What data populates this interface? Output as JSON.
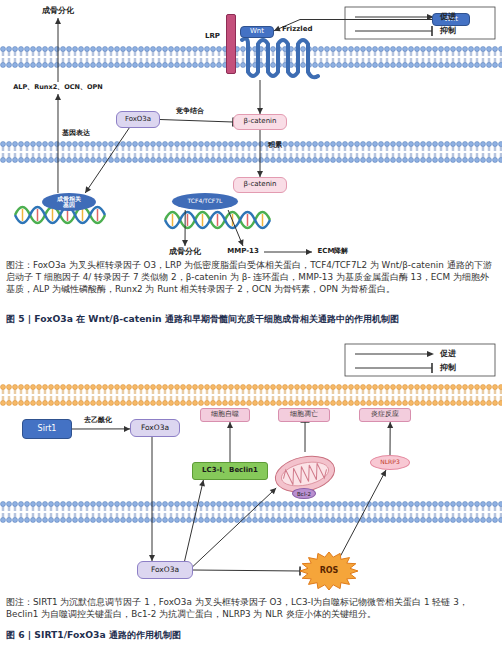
{
  "diagram": {
    "nodes": [
      {
        "text": [
          "Wnt"
        ]
      },
      {
        "text": [
          "LRP"
        ]
      },
      {
        "text": [
          "Frizzled"
        ]
      },
      {
        "text": [
          "Wnt"
        ]
      },
      {
        "text": [
          "成骨分化"
        ]
      },
      {
        "text": [
          "ALP、Runx2、OCN、OPN"
        ]
      },
      {
        "text": [
          "FoxO3a"
        ]
      },
      {
        "text": [
          "β-catenin"
        ]
      },
      {
        "text": [
          "β-catenin"
        ]
      },
      {
        "text": [
          "TCF4/TCF7L"
        ]
      },
      {
        "text": [
          "成骨相关 基因"
        ]
      },
      {
        "text": [
          "成骨分化"
        ]
      },
      {
        "text": [
          "MMP-13"
        ]
      },
      {
        "text": [
          "ECM降解"
        ]
      },
      {
        "text": [
          "Sirt1"
        ]
      },
      {
        "text": [
          "FoxO3a"
        ]
      },
      {
        "text": [
          "细胞自噬"
        ]
      },
      {
        "text": [
          "细胞凋亡"
        ]
      },
      {
        "text": [
          "炎症反应"
        ]
      },
      {
        "text": [
          "LC3-Ⅰ、Beclin1"
        ]
      },
      {
        "text": [
          "Bcl-2"
        ]
      },
      {
        "text": [
          "NLRP3"
        ]
      },
      {
        "text": [
          "FoxO3a"
        ]
      },
      {
        "text": [
          "ROS"
        ]
      }
    ],
    "edges": [
      {
        "from": 0,
        "to": 3,
        "arrow": "to"
      },
      {
        "from": 2,
        "to": 7,
        "arrow": "to"
      },
      {
        "from": 6,
        "to": 7,
        "label": "竞争结合",
        "arrow": "to"
      },
      {
        "from": 7,
        "to": 8,
        "label": "积累",
        "arrow": "to"
      },
      {
        "from": 6,
        "to": 10,
        "arrow": "to"
      },
      {
        "from": 10,
        "to": 5,
        "label": "基因表达",
        "arrow": "to"
      },
      {
        "from": 5,
        "to": 4,
        "arrow": "to"
      },
      {
        "from": 9,
        "to": 11,
        "arrow": "to"
      },
      {
        "from": 9,
        "to": 12,
        "arrow": "to"
      },
      {
        "from": 12,
        "to": 13,
        "arrow": "to"
      },
      {
        "from": 14,
        "to": 15,
        "label": "去乙酰化",
        "arrow": "to"
      },
      {
        "from": 15,
        "to": 22,
        "arrow": "to"
      },
      {
        "from": 22,
        "to": 19,
        "arrow": "to"
      },
      {
        "from": 19,
        "to": 16,
        "arrow": "to"
      },
      {
        "from": 22,
        "to": 20,
        "arrow": "to"
      },
      {
        "from": 20,
        "to": 17,
        "arrow": "to"
      },
      {
        "from": 22,
        "to": 23,
        "arrow": "to"
      },
      {
        "from": 23,
        "to": 21,
        "arrow": "to"
      },
      {
        "from": 21,
        "to": 18,
        "arrow": "to"
      }
    ],
    "labels": [
      "图注：FoxO3a 为叉头框转录因子 O3，LRP 为低密度脂蛋白受体相关蛋白，TCF4/TCF7L2 为 Wnt/β-catenin 通路的下游启动子 T 细胞因子 4/ 转录因子 7 类似物 2，β-catenin 为 β- 连环蛋白，MMP-13 为基质金属蛋白酶 13，ECM 为细胞外基质，ALP 为碱性磷酸酶，Runx2 为 Runt 相关转录因子 2，OCN 为骨钙素，OPN 为骨桥蛋白。",
      "图 5 | FoxO3a 在 Wnt/β-catenin 通路和早期骨髓间充质干细胞成骨相关通路中的作用机制图",
      "图注：SIRT1 为沉默信息调节因子 1，FoxO3a 为叉头框转录因子 O3，LC3-Ⅰ为自噬标记物微管相关蛋白 1 轻链 3，Beclin1 为自噬调控关键蛋白，Bc1-2 为抗凋亡蛋白，NLRP3 为 NLR 炎症小体的关键组分。",
      "图 6 | SIRT1/FoxO3a 通路的作用机制图"
    ],
    "legend": [
      {
        "text": "促进"
      },
      {
        "text": "抑制"
      },
      {
        "text": "促进"
      },
      {
        "text": "抑制"
      }
    ]
  }
}
